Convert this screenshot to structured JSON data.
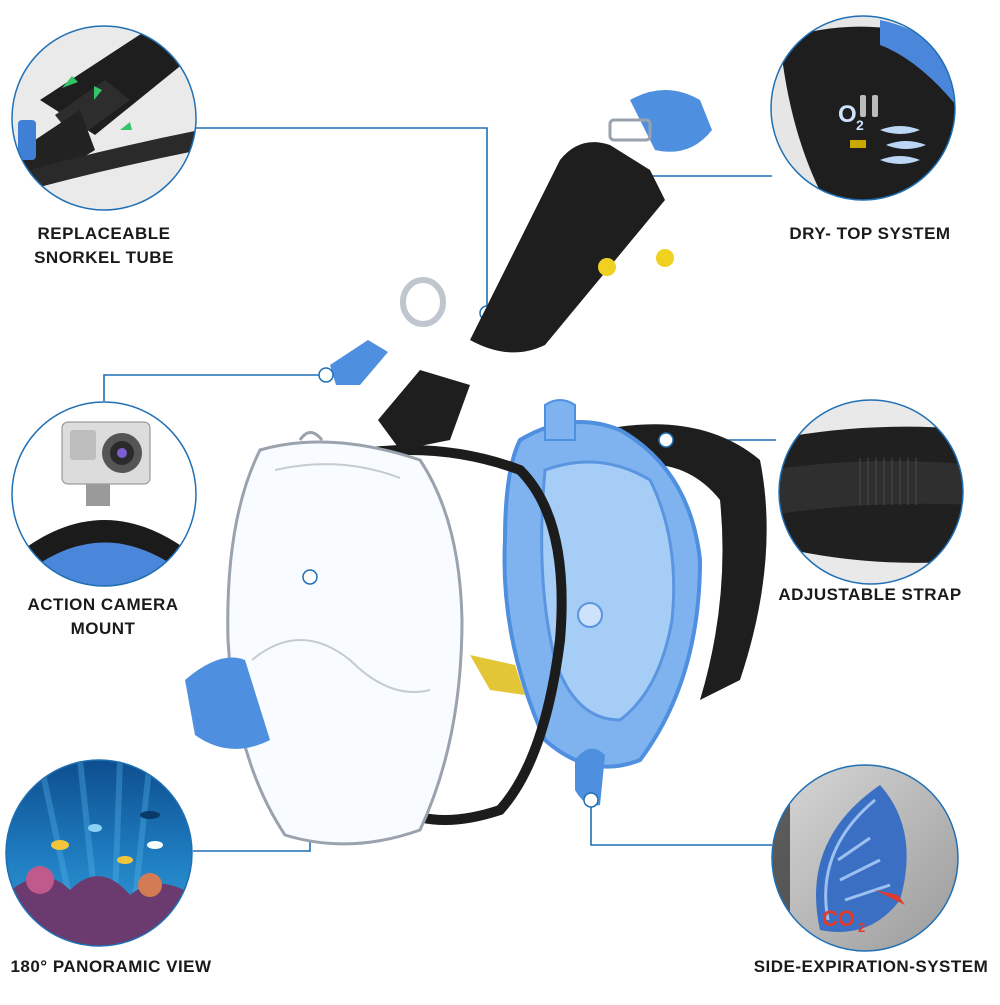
{
  "features": {
    "snorkel": {
      "line1": "REPLACEABLE",
      "line2": "SNORKEL TUBE",
      "icon": "snorkel-tube-icon"
    },
    "drytop": {
      "label": "DRY- TOP SYSTEM",
      "badge": "O",
      "badge_sub": "2",
      "icon": "dry-top-valve-icon"
    },
    "camera": {
      "line1": "ACTION CAMERA",
      "line2": "MOUNT",
      "icon": "camera-mount-icon"
    },
    "strap": {
      "label": "ADJUSTABLE STRAP",
      "icon": "strap-icon"
    },
    "panoramic": {
      "label": "180° PANORAMIC VIEW",
      "icon": "underwater-scene-icon"
    },
    "expiration": {
      "label": "SIDE-EXPIRATION-SYSTEM",
      "badge": "CO",
      "badge_sub": "2",
      "icon": "leaf-valve-icon"
    }
  },
  "colors": {
    "line": "#1f6fb4",
    "accent_blue": "#4f8fe0",
    "mask_blue": "#7fb3ef",
    "dark": "#1c1c1c",
    "co2_red": "#e23a2a"
  }
}
